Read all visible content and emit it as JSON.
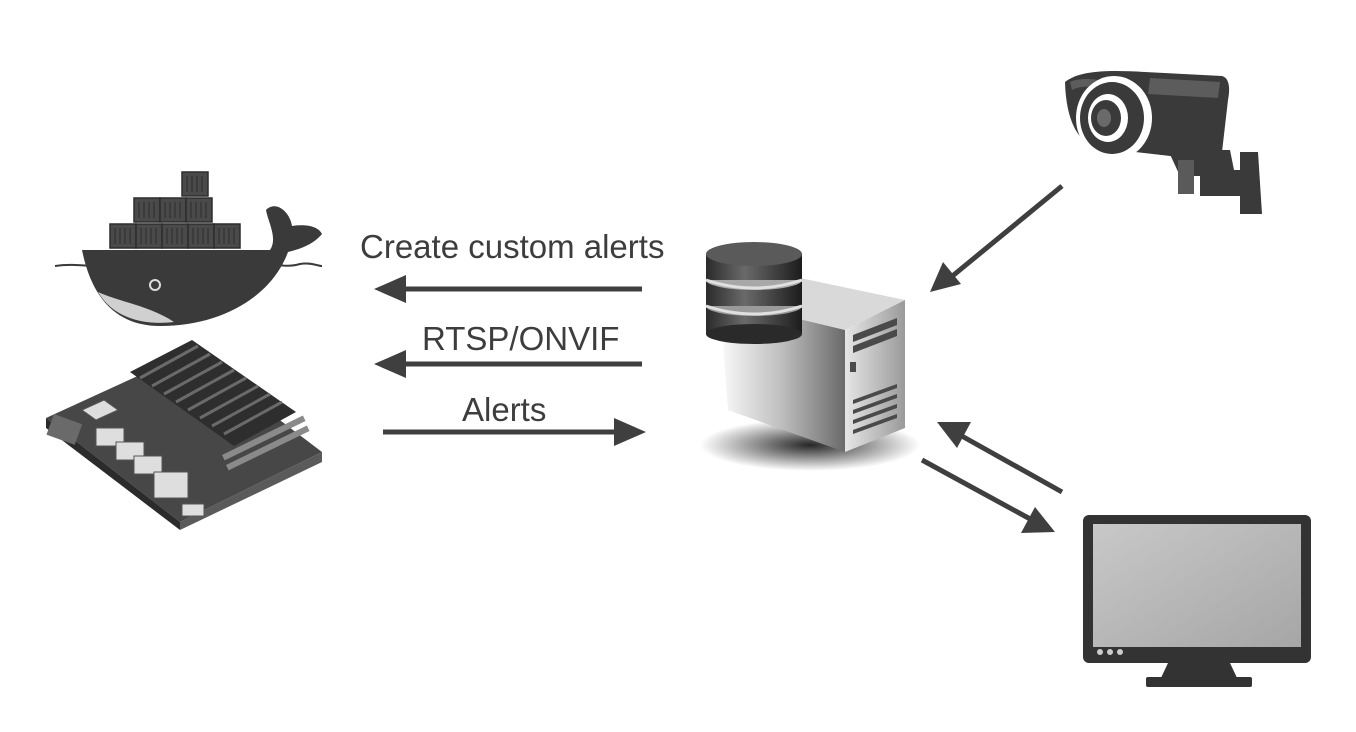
{
  "labels": {
    "create_custom_alerts": "Create custom alerts",
    "rtsp_onvif": "RTSP/ONVIF",
    "alerts": "Alerts"
  },
  "nodes": {
    "docker": {
      "icon": "docker-whale-icon"
    },
    "board": {
      "icon": "jetson-nano-board-icon"
    },
    "server": {
      "icon": "database-server-icon"
    },
    "camera": {
      "icon": "cctv-camera-icon"
    },
    "monitor": {
      "icon": "monitor-icon"
    }
  },
  "colors": {
    "arrow": "#3f3f3f",
    "text": "#3d3d3d",
    "icon_dark": "#3a3a3a",
    "icon_mid": "#6e6e6e",
    "icon_light": "#bcbcbc"
  }
}
